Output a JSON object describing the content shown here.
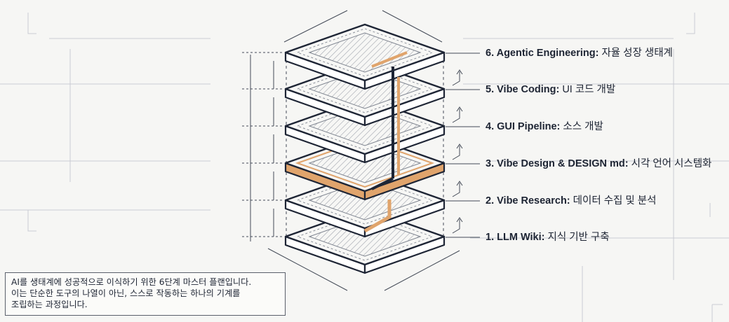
{
  "layers": [
    {
      "number": "6.",
      "title": "Agentic Engineering:",
      "desc": "자율 성장 생태계",
      "accent": false
    },
    {
      "number": "5.",
      "title": "Vibe Coding:",
      "desc": "UI 코드 개발",
      "accent": false
    },
    {
      "number": "4.",
      "title": "GUI Pipeline:",
      "desc": "소스 개발",
      "accent": false
    },
    {
      "number": "3.",
      "title": "Vibe Design & DESIGN md:",
      "desc": "시각 언어 시스템화",
      "accent": true
    },
    {
      "number": "2.",
      "title": "Vibe Research:",
      "desc": "데이터 수집 및 분석",
      "accent": false
    },
    {
      "number": "1.",
      "title": "LLM Wiki:",
      "desc": "지식 기반 구축",
      "accent": false
    }
  ],
  "caption": {
    "line1": "AI를 생태계에 성공적으로 이식하기 위한 6단계 마스터 플랜입니다.",
    "line2": "이는 단순한 도구의 나열이 아닌, 스스로 작동하는 하나의 기계를",
    "line3": "조립하는 과정입니다."
  },
  "colors": {
    "ink": "#1e2535",
    "accent": "#e0a46c",
    "paper": "#f6f6f4",
    "faint": "#c9ccd3"
  }
}
